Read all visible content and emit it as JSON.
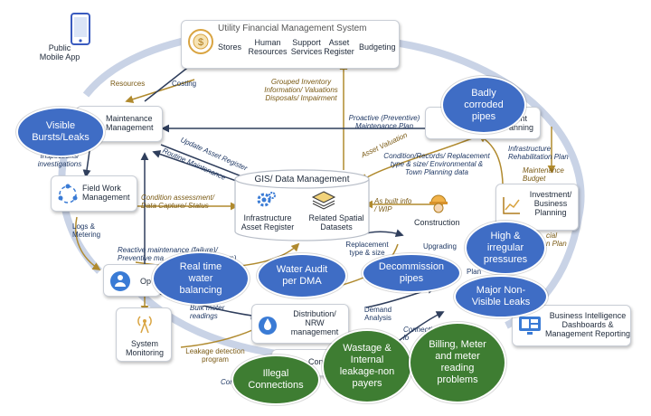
{
  "colors": {
    "bubble_blue": "#3f6dc5",
    "bubble_green": "#3e7d32",
    "arrow_gold": "#b08a2e",
    "arrow_dark": "#2f3e5c",
    "ring": "#c9d3e6"
  },
  "nodes": {
    "public_mobile_app": "Public\nMobile App",
    "ufms_title": "Utility Financial Management System",
    "ufms_stores": "Stores",
    "ufms_hr": "Human\nResources",
    "ufms_support": "Support\nServices",
    "ufms_asset_register": "Asset\nRegister",
    "ufms_budgeting": "Budgeting",
    "maintenance": "Maintenance\nManagement",
    "planning_partial": "ment\nanning",
    "field_work": "Field Work\nManagement",
    "gis_title": "GIS/ Data Management",
    "gis_infra": "Infrastructure\nAsset Register",
    "gis_spatial": "Related Spatial\nDatasets",
    "construction": "Construction",
    "investment": "Investment/\nBusiness\nPlanning",
    "operations_partial": "Op",
    "system_monitoring": "System\nMonitoring",
    "distribution": "Distribution/\nNRW\nmanagement",
    "bi": "Business Intelligence\nDashboards &\nManagement Reporting",
    "con_partial": "Con"
  },
  "annotations": {
    "resources": "Resources",
    "costing": "Costing",
    "grouped_inventory": "Grouped Inventory\nInformation/ Valuations\nDisposals/ Impairment",
    "proactive": "Proactive (Preventive)\nMaintenance Plan",
    "asset_valuation": "Asset Valuation",
    "update_asset_register": "Update Asset Register",
    "routine_maintenance": "Routine Maintenance",
    "infra_rehab": "Infrastructure\nRehabilitation Plan",
    "maintenance_budget": "Maintenance\nBudget",
    "condition_records": "Condition/Records/ Replacement\ntype & size/ Environmental &\nTown Planning data",
    "inspections": "Inspections/\ninvestigations",
    "condition_assessment": "Condition assessment/\nData Capture/ Status",
    "as_built": "As built info\n/ WIP",
    "logs_metering": "Logs &\nMetering",
    "reactive": "Reactive maintenance (failure)/\nPreventive ma",
    "reactive_tail": "rs)",
    "replacement": "Replacement\ntype & size",
    "upgrading": "Upgrading",
    "plan_partial": "Plan",
    "cial_plan": "cial\nn Plan",
    "ance_partial": "ance",
    "bulk_meter": "Bulk meter\nreadings",
    "leakage_detection": "Leakage detection\nprogram",
    "demand_analysis": "Demand\nAnalysis",
    "connecting": "Connecti\nlo",
    "cons_partial": "Cons"
  },
  "bubbles": {
    "visible_bursts": "Visible\nBursts/Leaks",
    "badly_corroded": "Badly\ncorroded\npipes",
    "real_time": "Real time\nwater\nbalancing",
    "water_audit": "Water Audit\nper DMA",
    "high_irregular": "High &\nirregular\npressures",
    "decommission": "Decommission\npipes",
    "major_non_visible": "Major Non-\nVisible Leaks",
    "illegal": "Illegal\nConnections",
    "wastage": "Wastage &\nInternal\nleakage-non\npayers",
    "billing": "Billing, Meter\nand meter\nreading\nproblems"
  }
}
